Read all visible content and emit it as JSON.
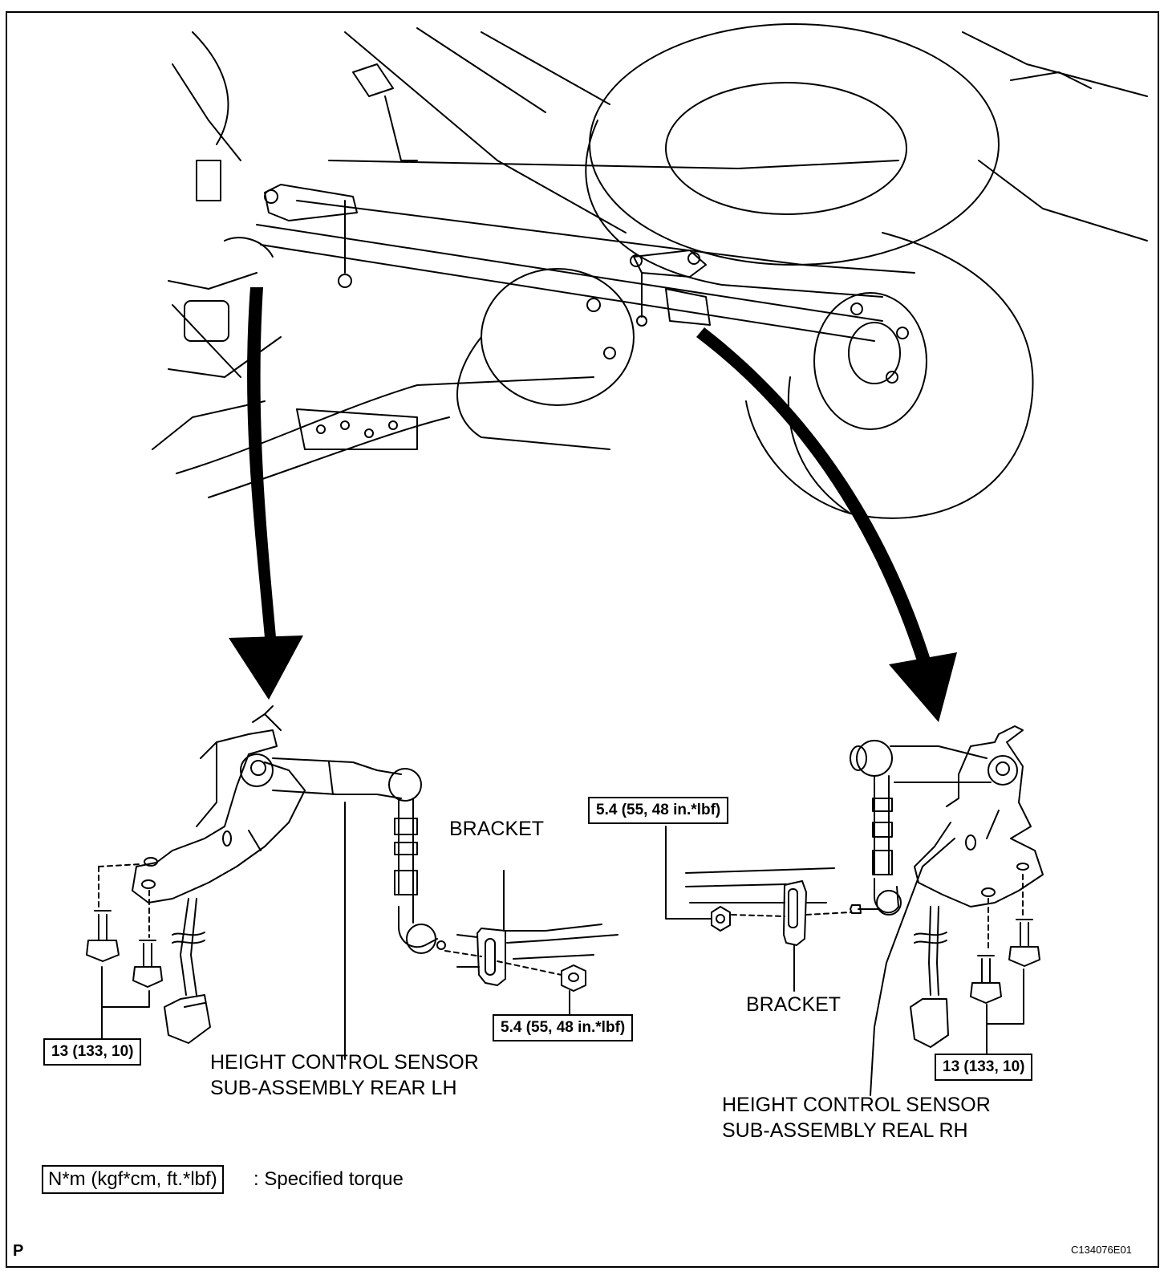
{
  "labels": {
    "bracket_left": "BRACKET",
    "bracket_right": "BRACKET",
    "sensor_lh_line1": "HEIGHT CONTROL SENSOR",
    "sensor_lh_line2": "SUB-ASSEMBLY REAR LH",
    "sensor_rh_line1": "HEIGHT CONTROL SENSOR",
    "sensor_rh_line2": "SUB-ASSEMBLY REAL RH"
  },
  "torque": {
    "lh_bolts": "13 (133, 10)",
    "lh_nut": "5.4 (55, 48 in.*lbf)",
    "rh_nut": "5.4 (55, 48 in.*lbf)",
    "rh_bolts": "13 (133, 10)"
  },
  "legend": {
    "unit_box": "N*m (kgf*cm, ft.*lbf)",
    "description": ": Specified torque"
  },
  "footer": {
    "corner_mark": "P",
    "figure_id": "C134076E01"
  }
}
